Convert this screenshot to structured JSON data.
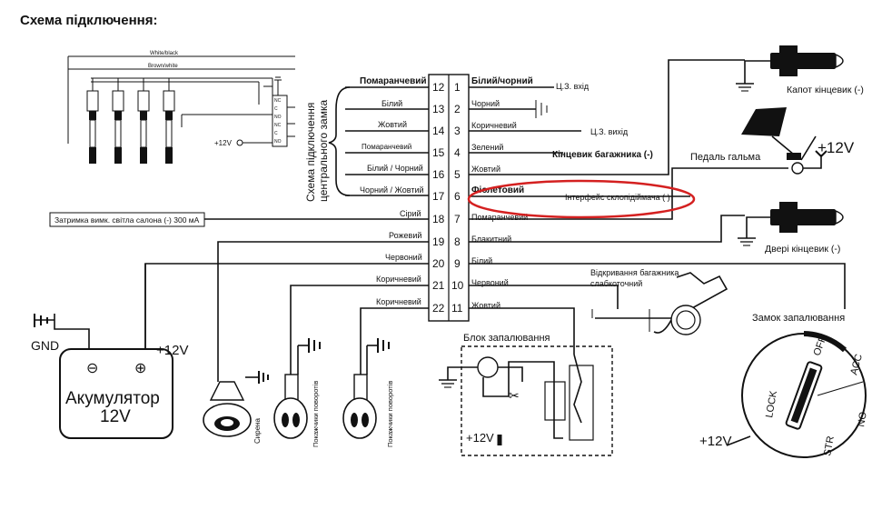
{
  "title": "Схема підключення:",
  "mini_diagram": {
    "wire_top": "White/black",
    "wire_second": "Brown/white",
    "relay_pins": [
      "NC",
      "C",
      "NO",
      "NC",
      "C",
      "NO"
    ],
    "voltage": "+12V"
  },
  "lock_group_label": [
    "Схема підключення",
    "центрального замка"
  ],
  "connector": {
    "left_pins": [
      "12",
      "13",
      "14",
      "15",
      "16",
      "17",
      "18",
      "19",
      "20",
      "21",
      "22"
    ],
    "right_pins": [
      "1",
      "2",
      "3",
      "4",
      "5",
      "6",
      "7",
      "8",
      "9",
      "10",
      "11"
    ],
    "left_wires": [
      "Помаранчевий",
      "Білий",
      "Жовтий",
      "Помаранчевий",
      "Білий / Чорний",
      "Чорний / Жовтий",
      "Сірий",
      "Рожевий",
      "Червоний",
      "Коричневий",
      "Коричневий"
    ],
    "right_wires": [
      "Білий/чорний",
      "Чорний",
      "Коричневий",
      "Зелений",
      "Жовтий",
      "Фіолетовий",
      "Помаранчевий",
      "Блакитний",
      "Білий",
      "Червоний",
      "Жовтий"
    ]
  },
  "right_labels": {
    "cz_in": "Ц.З. вхід",
    "cz_out": "Ц.З. вихід",
    "trunk_switch": "Кінцевик багажника (-)",
    "window_interface": "Інтерфейс склопідіймача ( )",
    "hood_switch": "Капот кінцевик (-)",
    "brake_pedal": "Педаль гальма",
    "plus12": "+12V",
    "door_switch": "Двері кінцевик (-)",
    "trunk_open": [
      "Відкривання багажника",
      "слабкоточний"
    ],
    "ignition_lock": "Замок запалювання",
    "ignition_block": "Блок запалювання",
    "lock_positions": [
      "LOCK",
      "OFF",
      "ACC",
      "NO",
      "STR"
    ]
  },
  "interior_light_delay": "Затримка вимк. світла салона (-) 300 мА",
  "battery": {
    "name": "Акумулятор",
    "voltage": "12V",
    "gnd": "GND",
    "plus": "+12V",
    "minus_sym": "⊖",
    "plus_sym": "⊕"
  },
  "bottom_labels": {
    "siren": "Сирена",
    "turn1": "Покажчики поворотів",
    "turn2": "Покажчики поворотів"
  },
  "colors": {
    "highlight": "#d42020",
    "ink": "#111111"
  }
}
